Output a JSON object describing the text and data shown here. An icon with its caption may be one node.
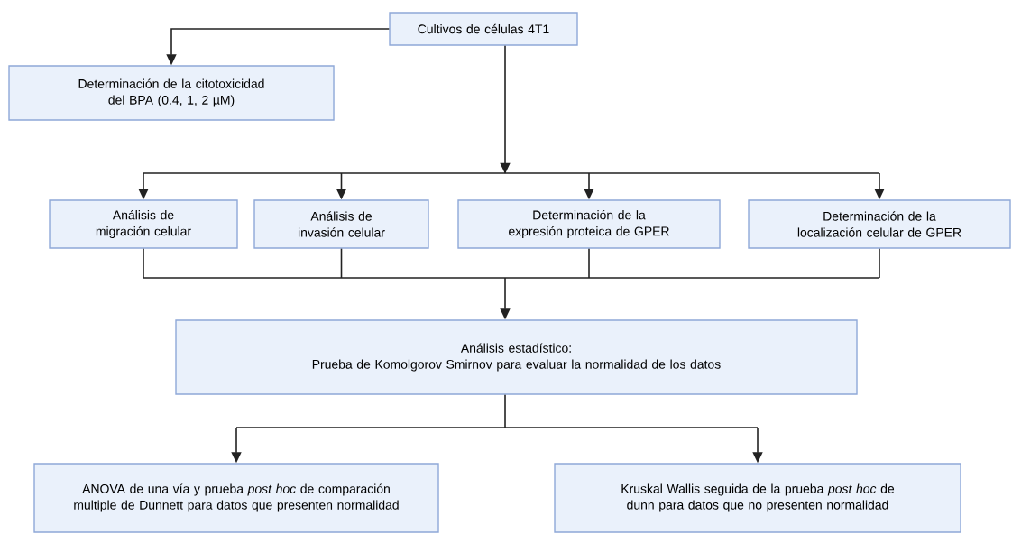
{
  "diagram": {
    "nodes": [
      {
        "text": [
          "Cultivos de células 4T1"
        ]
      },
      {
        "text": [
          "Determinación de la citotoxicidad del BPA (0.4, 1, 2 µM)"
        ]
      },
      {
        "text": [
          "Análisis de migración celular"
        ]
      },
      {
        "text": [
          "Análisis de invasión celular"
        ]
      },
      {
        "text": [
          "Determinación de la expresión proteica de GPER"
        ]
      },
      {
        "text": [
          "Determinación de la localización celular de GPER"
        ]
      },
      {
        "text": [
          "Análisis estadístico:",
          "Prueba de Komolgorov Smirnov para evaluar la normalidad de los datos"
        ]
      },
      {
        "text": [
          "ANOVA de una vía y prueba *post hoc* de comparación multiple de Dunnett para datos que presenten normalidad"
        ]
      },
      {
        "text": [
          "Kruskal Wallis seguida de la prueba *post hoc* de dunn para datos que no presenten normalidad"
        ]
      }
    ],
    "edges": [
      {
        "from": 0,
        "to": 1,
        "arrow": "to"
      },
      {
        "from": 0,
        "to": 2,
        "arrow": "to"
      },
      {
        "from": 0,
        "to": 3,
        "arrow": "to"
      },
      {
        "from": 0,
        "to": 4,
        "arrow": "to"
      },
      {
        "from": 0,
        "to": 5,
        "arrow": "to"
      },
      {
        "from": 2,
        "to": 6,
        "arrow": "to"
      },
      {
        "from": 3,
        "to": 6,
        "arrow": "to"
      },
      {
        "from": 4,
        "to": 6,
        "arrow": "to"
      },
      {
        "from": 5,
        "to": 6,
        "arrow": "to"
      },
      {
        "from": 6,
        "to": 7,
        "arrow": "to"
      },
      {
        "from": 6,
        "to": 8,
        "arrow": "to"
      }
    ]
  }
}
